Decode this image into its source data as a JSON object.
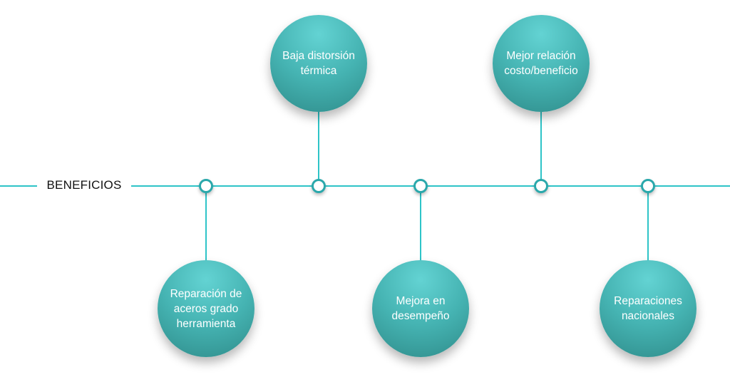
{
  "title": "BENEFICIOS",
  "colors": {
    "line": "#2ec4c8",
    "circle_top": "#63d3d3",
    "circle_bottom": "#2f8c8a"
  },
  "benefits": [
    {
      "label": "Reparación de aceros grado herramienta",
      "position": "below"
    },
    {
      "label": "Baja distorsión térmica",
      "position": "above"
    },
    {
      "label": "Mejora en desempeño",
      "position": "below"
    },
    {
      "label": "Mejor relación costo/beneficio",
      "position": "above"
    },
    {
      "label": "Reparaciones nacionales",
      "position": "below"
    }
  ]
}
